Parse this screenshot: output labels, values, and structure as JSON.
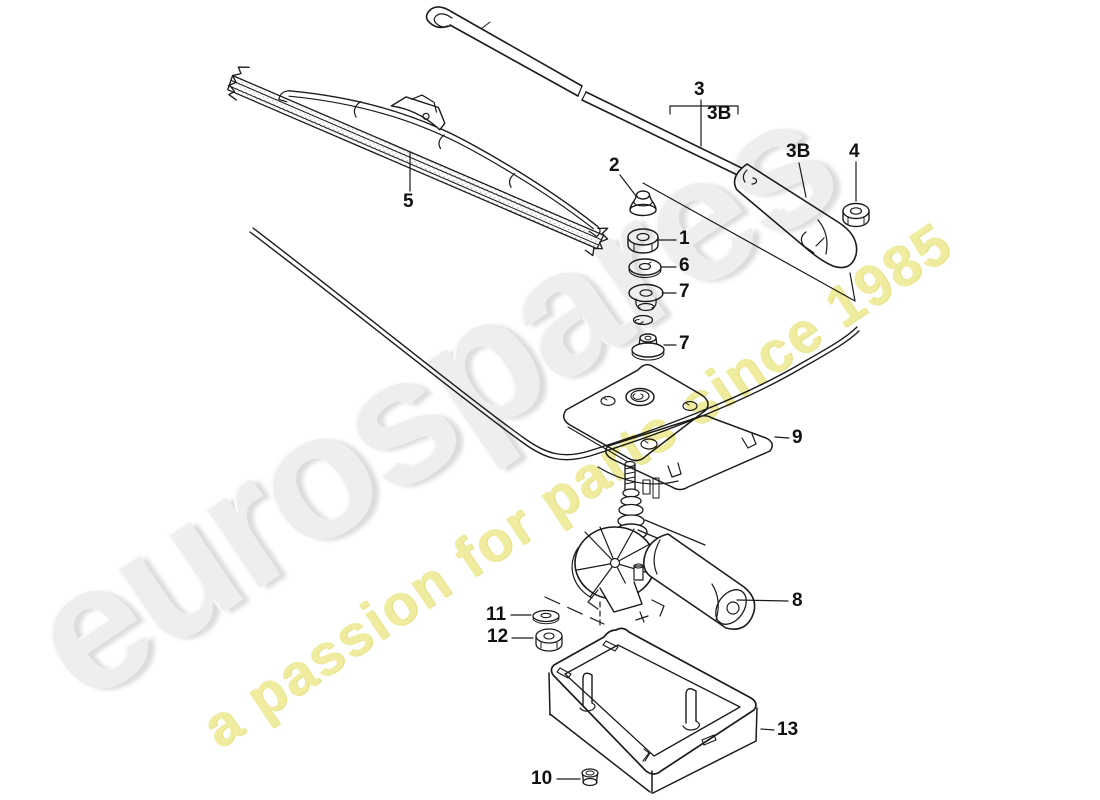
{
  "diagram": {
    "kind": "exploded-parts-diagram",
    "subject": "rear window wiper",
    "line_color": "#1b1b1b",
    "background_color": "#ffffff"
  },
  "watermark": {
    "brand": "eurospares",
    "tagline": "a passion for parts since 1985",
    "brand_color": "#eeeeee",
    "tagline_color": "#efeb9f"
  },
  "callouts": {
    "blade": "5",
    "pivot_cap": "2",
    "arm_assembly": "3",
    "arm_assembly_sub": "3B",
    "arm": "3B",
    "arm_nut": "4",
    "shaft_nut": "1",
    "washer": "6",
    "grommet_upper": "7",
    "grommet_lower": "7",
    "mounting_plate": "9",
    "wiper_motor": "8",
    "crank_washer": "11",
    "crank_nut": "12",
    "housing_box": "13",
    "housing_plug": "10"
  }
}
